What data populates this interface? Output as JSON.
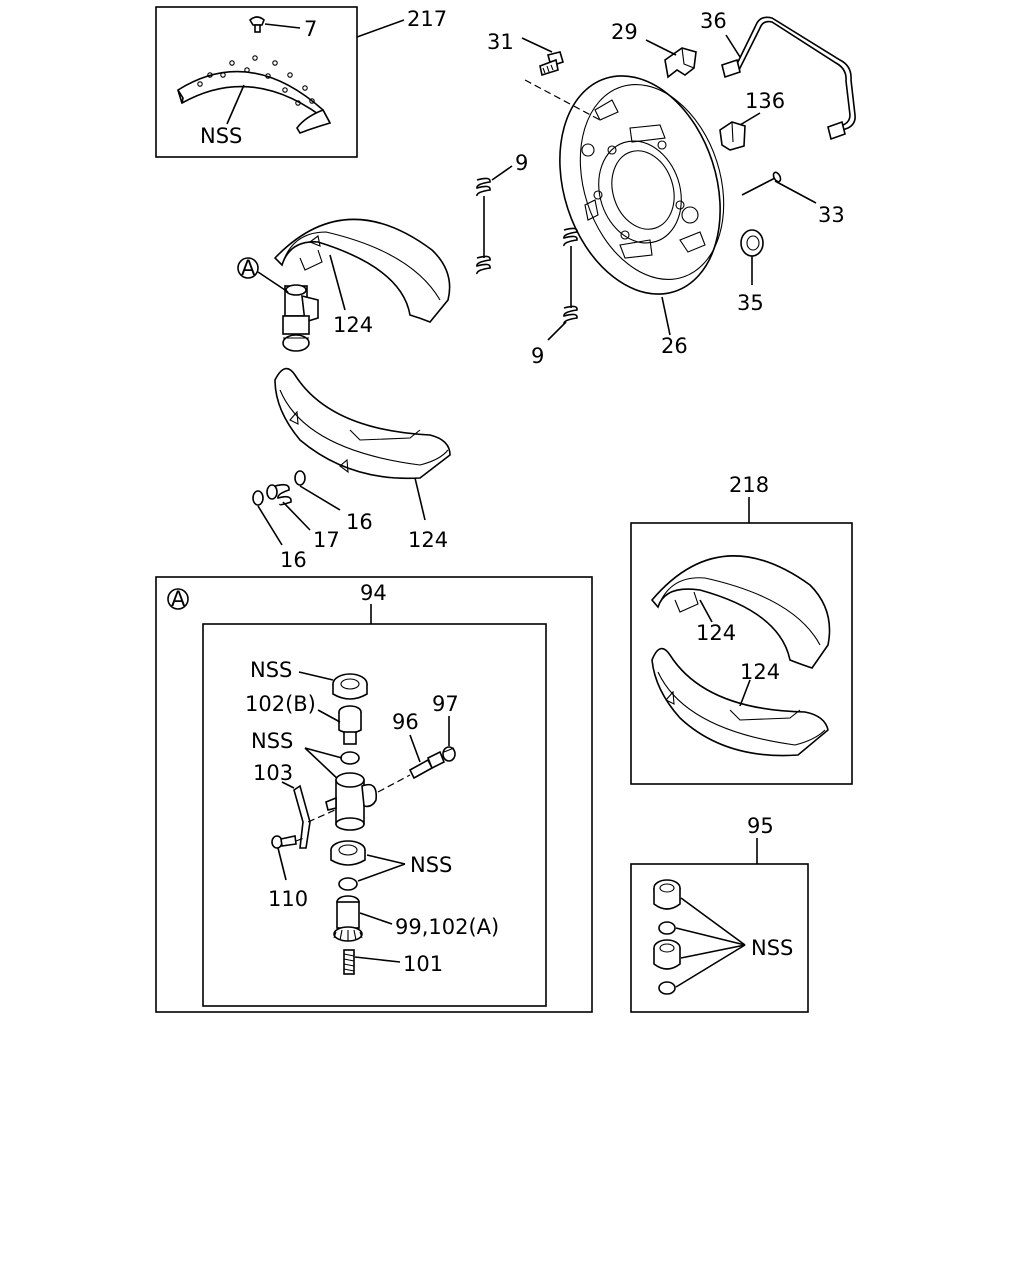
{
  "labels": {
    "l217": "217",
    "l7": "7",
    "l_nss_kit217": "NSS",
    "l31": "31",
    "l29": "29",
    "l36": "36",
    "l136": "136",
    "l9_upper": "9",
    "l33": "33",
    "l35": "35",
    "l26": "26",
    "l9_lower": "9",
    "l_circle_a": "A",
    "l124_upper": "124",
    "l124_lower": "124",
    "l16_right": "16",
    "l17": "17",
    "l16_left": "16",
    "l218": "218",
    "l124_kit_upper": "124",
    "l124_kit_lower": "124",
    "l_inset_a": "A",
    "l94": "94",
    "l_nss_1": "NSS",
    "l102b": "102(B)",
    "l97": "97",
    "l96": "96",
    "l_nss_2": "NSS",
    "l103": "103",
    "l_nss_3": "NSS",
    "l110": "110",
    "l99_102a": "99,102(A)",
    "l101": "101",
    "l95": "95",
    "l_nss_kit95": "NSS"
  }
}
